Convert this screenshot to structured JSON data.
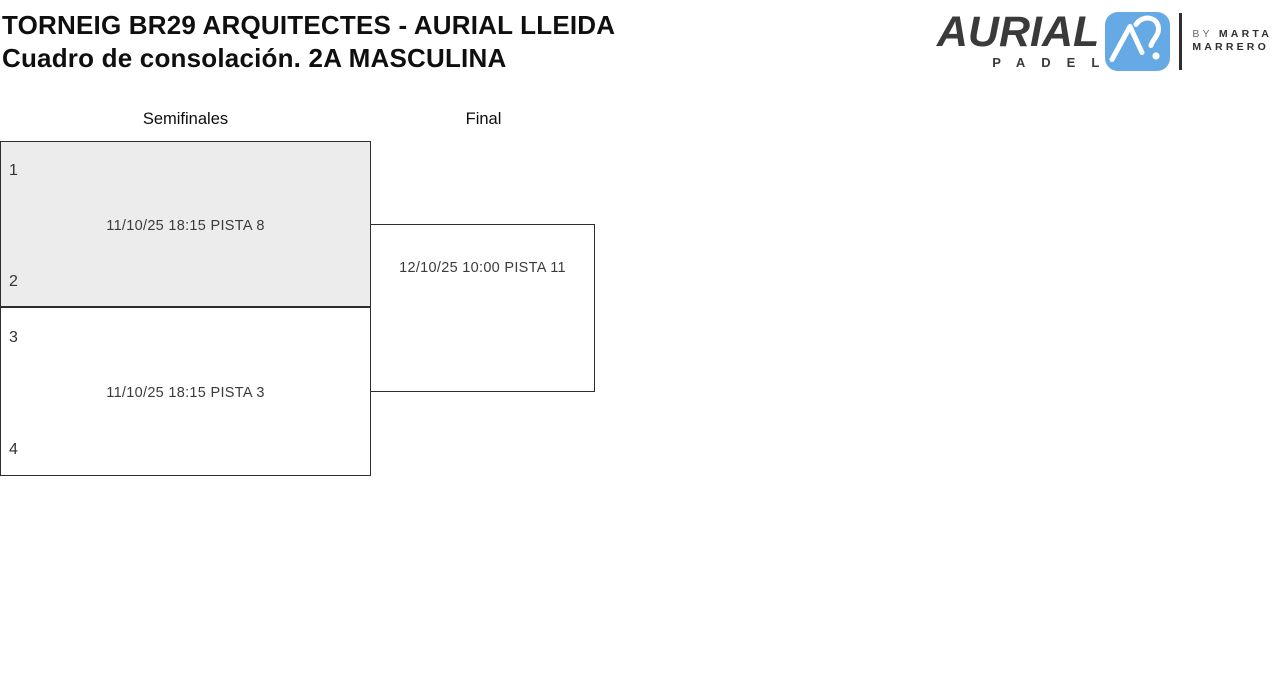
{
  "header": {
    "title_line1": "TORNEIG BR29 ARQUITECTES - AURIAL LLEIDA",
    "title_line2": "Cuadro de consolación. 2A MASCULINA"
  },
  "logo": {
    "brand": "AURIAL",
    "sub": "PADEL",
    "by_word": "BY",
    "by_line1_name": "MARTA",
    "by_line2": "MARRERO",
    "accent_color": "#65aae4",
    "text_color": "#3a3a3a"
  },
  "bracket": {
    "rounds": [
      {
        "label": "Semifinales"
      },
      {
        "label": "Final"
      }
    ],
    "semifinal_matches": [
      {
        "seed_top": "1",
        "seed_bottom": "2",
        "schedule": "11/10/25 18:15 PISTA 8",
        "highlighted": true
      },
      {
        "seed_top": "3",
        "seed_bottom": "4",
        "schedule": "11/10/25 18:15 PISTA 3",
        "highlighted": false
      }
    ],
    "final_match": {
      "schedule": "12/10/25 10:00 PISTA 11"
    }
  }
}
